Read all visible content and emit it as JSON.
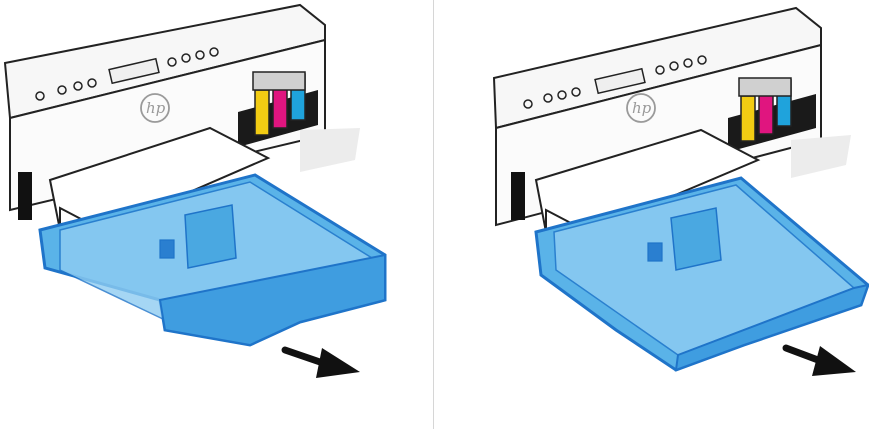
{
  "figure": {
    "panels": [
      {
        "id": "step-1",
        "state": "tray partially extended"
      },
      {
        "id": "step-2",
        "state": "tray fully extended"
      }
    ],
    "printer": {
      "logo": "hp",
      "ink_colors": [
        "#f2cc13",
        "#e0157f",
        "#1fa3dc",
        "#c8c8c8"
      ]
    },
    "tray": {
      "fill": "#5ab3e8",
      "edge": "#1f74c9"
    },
    "arrow": {
      "icon": "pull-out-arrow-icon"
    }
  }
}
